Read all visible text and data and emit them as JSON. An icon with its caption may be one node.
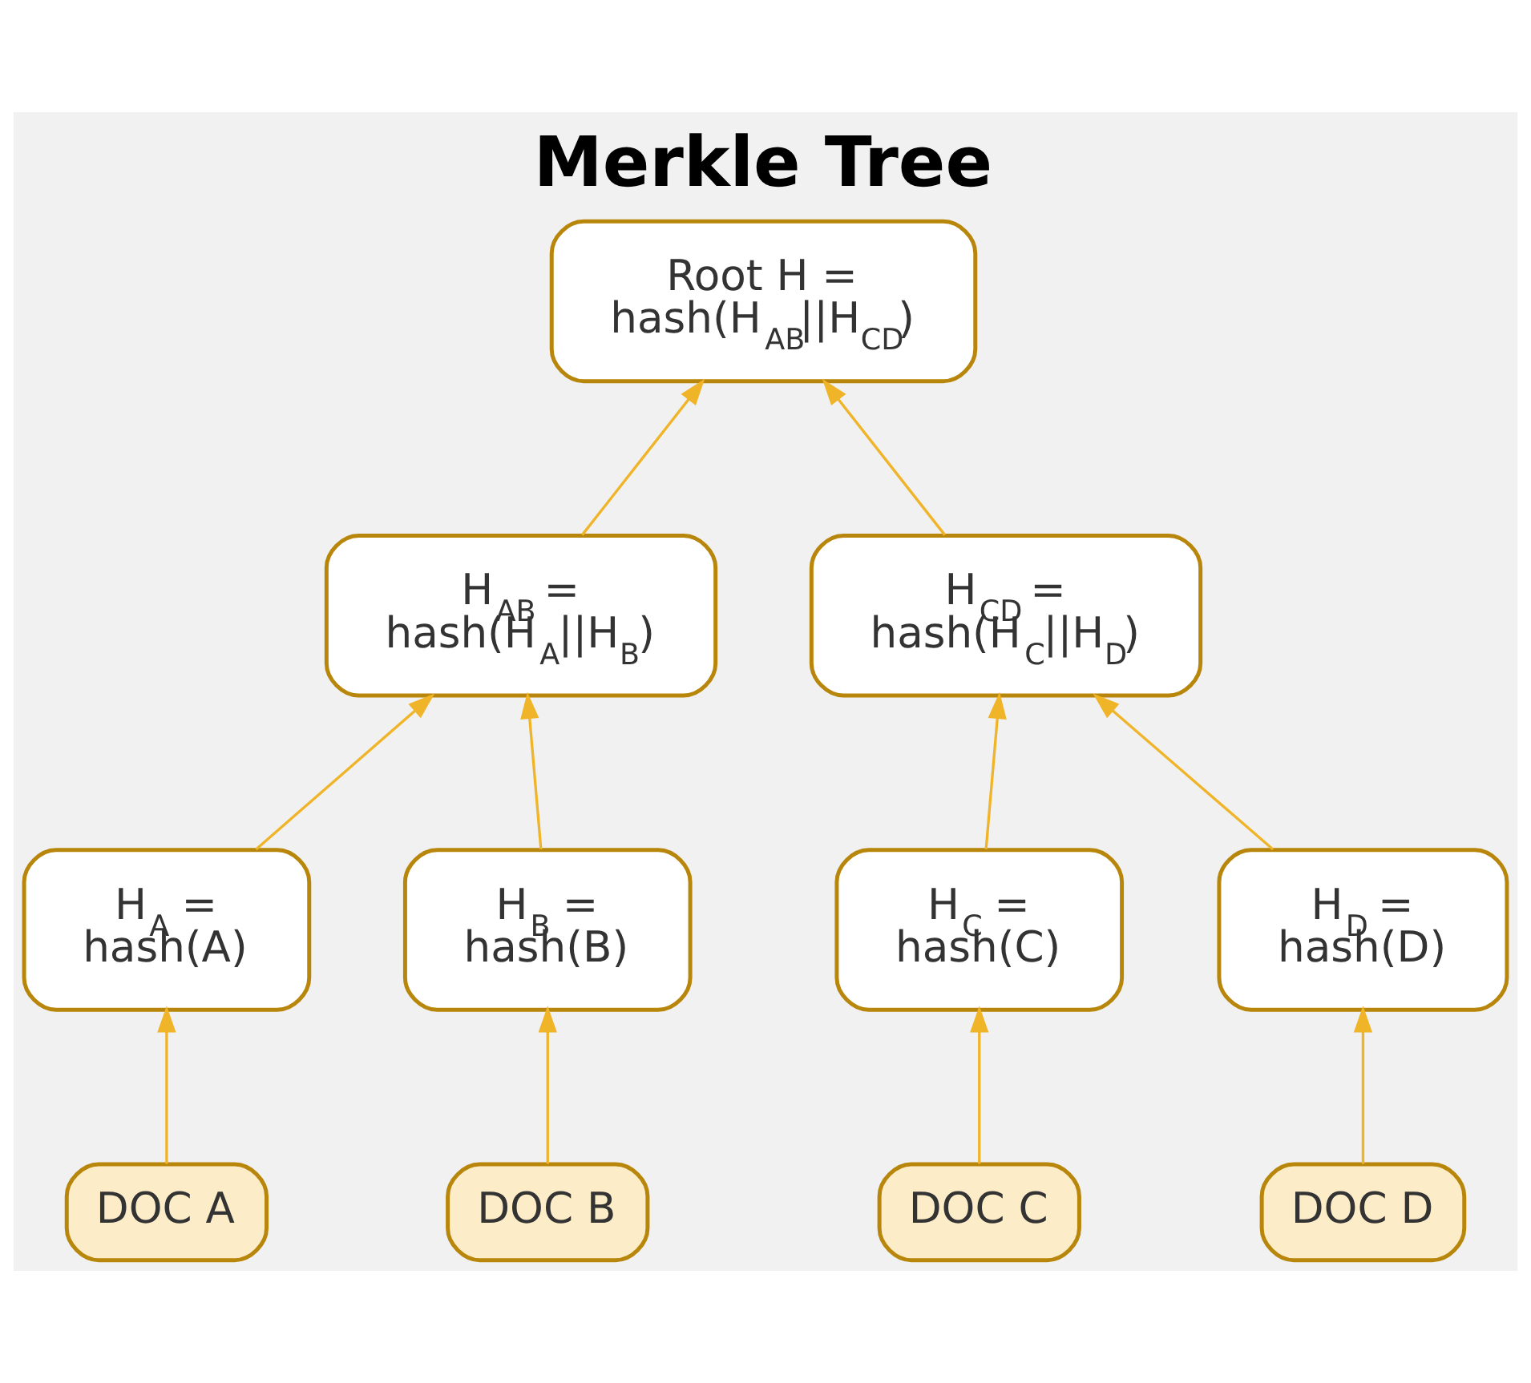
{
  "diagram": {
    "title": "Merkle Tree",
    "nodes": [
      {
        "text": [
          "Root H = hash(H$_{AB}$||H$_{CD}$)"
        ]
      },
      {
        "text": [
          "H$_{AB}$ = hash(H$_{A}$||H$_{B}$)"
        ]
      },
      {
        "text": [
          "H$_{CD}$ = hash(H$_{C}$||H$_{D}$)"
        ]
      },
      {
        "text": [
          "H$_{A}$ = hash(A)"
        ]
      },
      {
        "text": [
          "H$_{B}$ = hash(B)"
        ]
      },
      {
        "text": [
          "H$_{C}$ = hash(C)"
        ]
      },
      {
        "text": [
          "H$_{D}$ = hash(D)"
        ]
      },
      {
        "text": [
          "DOC A"
        ]
      },
      {
        "text": [
          "DOC B"
        ]
      },
      {
        "text": [
          "DOC C"
        ]
      },
      {
        "text": [
          "DOC D"
        ]
      }
    ],
    "edges": [
      {
        "from": 1,
        "to": 0,
        "arrow": "to"
      },
      {
        "from": 2,
        "to": 0,
        "arrow": "to"
      },
      {
        "from": 3,
        "to": 1,
        "arrow": "to"
      },
      {
        "from": 4,
        "to": 1,
        "arrow": "to"
      },
      {
        "from": 5,
        "to": 2,
        "arrow": "to"
      },
      {
        "from": 6,
        "to": 2,
        "arrow": "to"
      },
      {
        "from": 7,
        "to": 3,
        "arrow": "to"
      },
      {
        "from": 8,
        "to": 4,
        "arrow": "to"
      },
      {
        "from": 9,
        "to": 5,
        "arrow": "to"
      },
      {
        "from": 10,
        "to": 6,
        "arrow": "to"
      }
    ]
  }
}
